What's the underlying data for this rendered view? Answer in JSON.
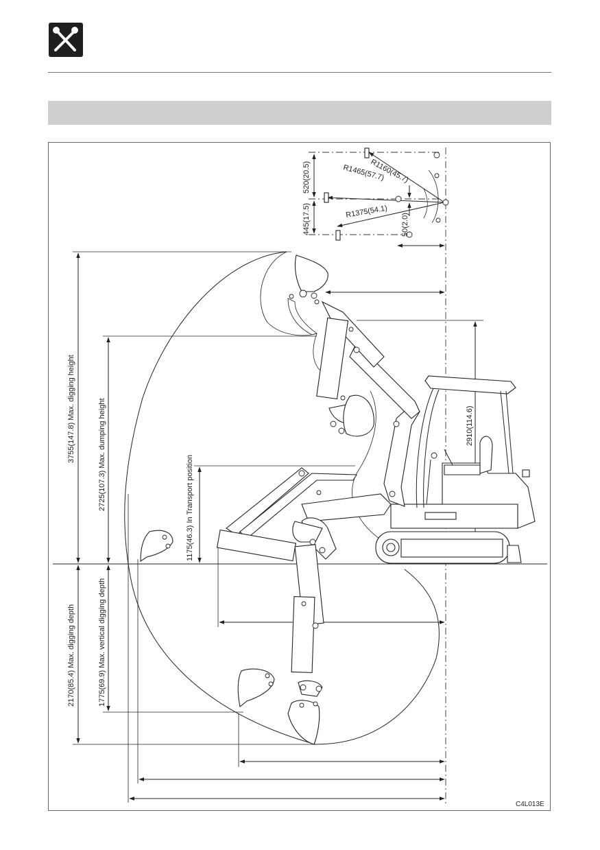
{
  "header": {
    "logo_icon": "tools-icon",
    "section_band_text": ""
  },
  "dimensions": {
    "max_digging_height": "3755(147.8) Max. digging height",
    "max_dumping_height": "2725(107.3) Max. dumping height",
    "transport_position": "1175(46.3) In Transport position",
    "max_digging_depth": "2170(85.4) Max. digging depth",
    "max_vertical_digging_depth": "1775(69.9) Max. vertical digging depth",
    "cab_height": "2910(114.6)",
    "swing_offset_upper": "520(20.5)",
    "swing_offset_lower": "445(17.5)",
    "boom_offset": "50(2.0)",
    "radius_1": "R1160(45.7)",
    "radius_2": "R1465(57.7)",
    "radius_3": "R1375(54.1)"
  },
  "figure_code": "C4L013E"
}
